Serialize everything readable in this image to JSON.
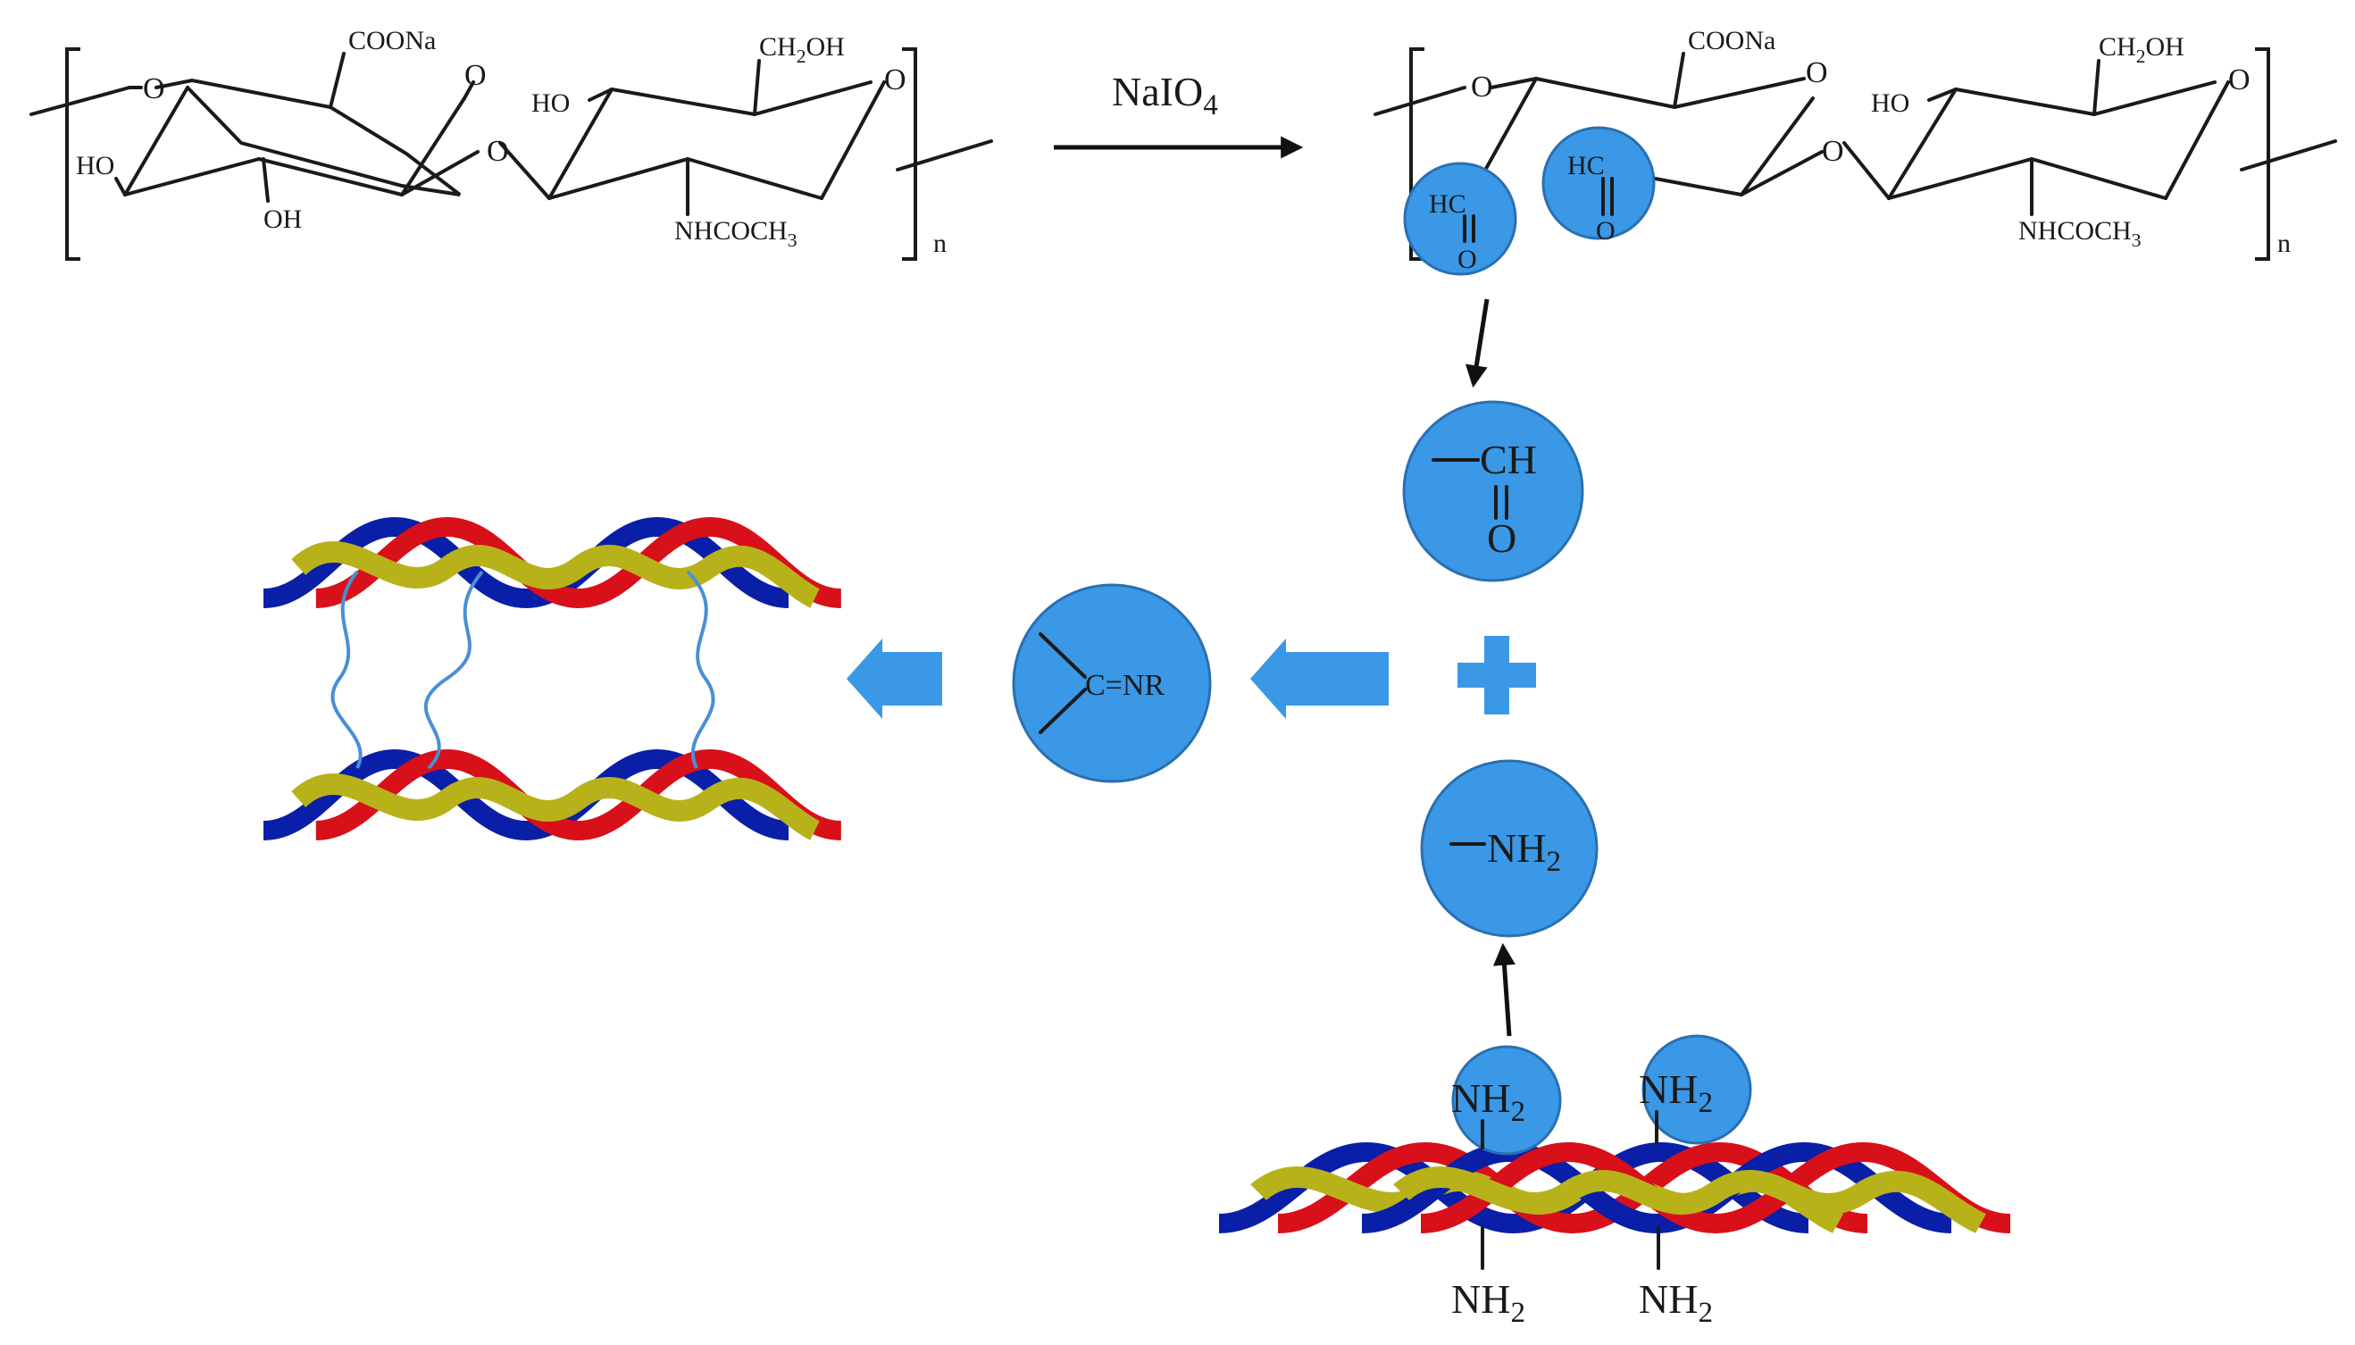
{
  "reaction": {
    "reagent": "NaIO",
    "reagent_sub": "4"
  },
  "polymer": {
    "coona": "COONa",
    "ch2oh_pre": "CH",
    "ch2oh_sub": "2",
    "ch2oh_post": "OH",
    "ho_left": "HO",
    "oh_bottom": "OH",
    "ho_right": "HO",
    "nhcoch3_pre": "NHCOCH",
    "nhcoch3_sub": "3",
    "ring_o": "O",
    "n": "n",
    "hc": "HC",
    "carbonyl_o": "O"
  },
  "aldehyde_circle": {
    "ch": "CH",
    "o": "O"
  },
  "amine_circle": {
    "label": "NH",
    "sub": "2"
  },
  "imine_circle": {
    "label": "C=NR"
  },
  "collagen_amines": {
    "label": "NH",
    "sub": "2"
  },
  "colors": {
    "circle_fill": "#3a98e6",
    "strand_blue": "#0a1fa8",
    "strand_yellow": "#b8b21a",
    "strand_red": "#d8101a",
    "crosslink": "#4a8fd6"
  }
}
